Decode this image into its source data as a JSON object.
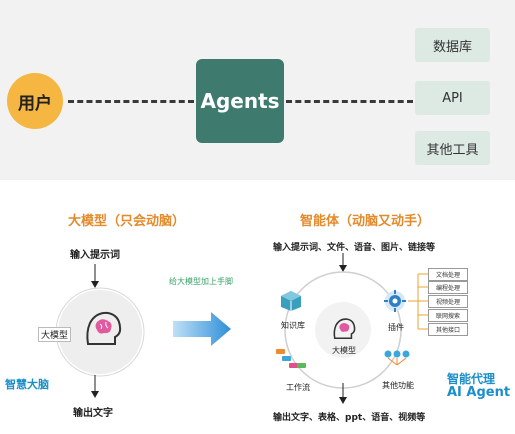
{
  "top": {
    "user_label": "用户",
    "agents_label": "Agents",
    "tools": [
      "数据库",
      "API",
      "其他工具"
    ]
  },
  "left": {
    "title": "大模型（只会动脑）",
    "input_label": "输入提示词",
    "model_label": "大模型",
    "output_label": "输出文字",
    "footer_label": "智慧大脑"
  },
  "middle": {
    "arrow_label": "给大模型加上手脚"
  },
  "right": {
    "title": "智能体（动脑又动手）",
    "input_label": "输入提示词、文件、语音、图片、链接等",
    "knowledge_label": "知识库",
    "plugin_label": "插件",
    "model_label": "大模型",
    "workflow_label": "工作流",
    "other_label": "其他功能",
    "output_label": "输出文字、表格、ppt、语音、视频等",
    "plugin_items": [
      "文档处理",
      "编程处理",
      "视频处理",
      "联网搜索",
      "其他接口"
    ],
    "footer_cn": "智能代理",
    "footer_en": "AI Agent"
  },
  "colors": {
    "agents_box": "#3f7a6e",
    "user_circle": "#f5b642",
    "tool_box": "#dde9e3",
    "section_title": "#e38a2b",
    "footer_blue": "#1c8fc9",
    "brain": "#e05aa0"
  }
}
